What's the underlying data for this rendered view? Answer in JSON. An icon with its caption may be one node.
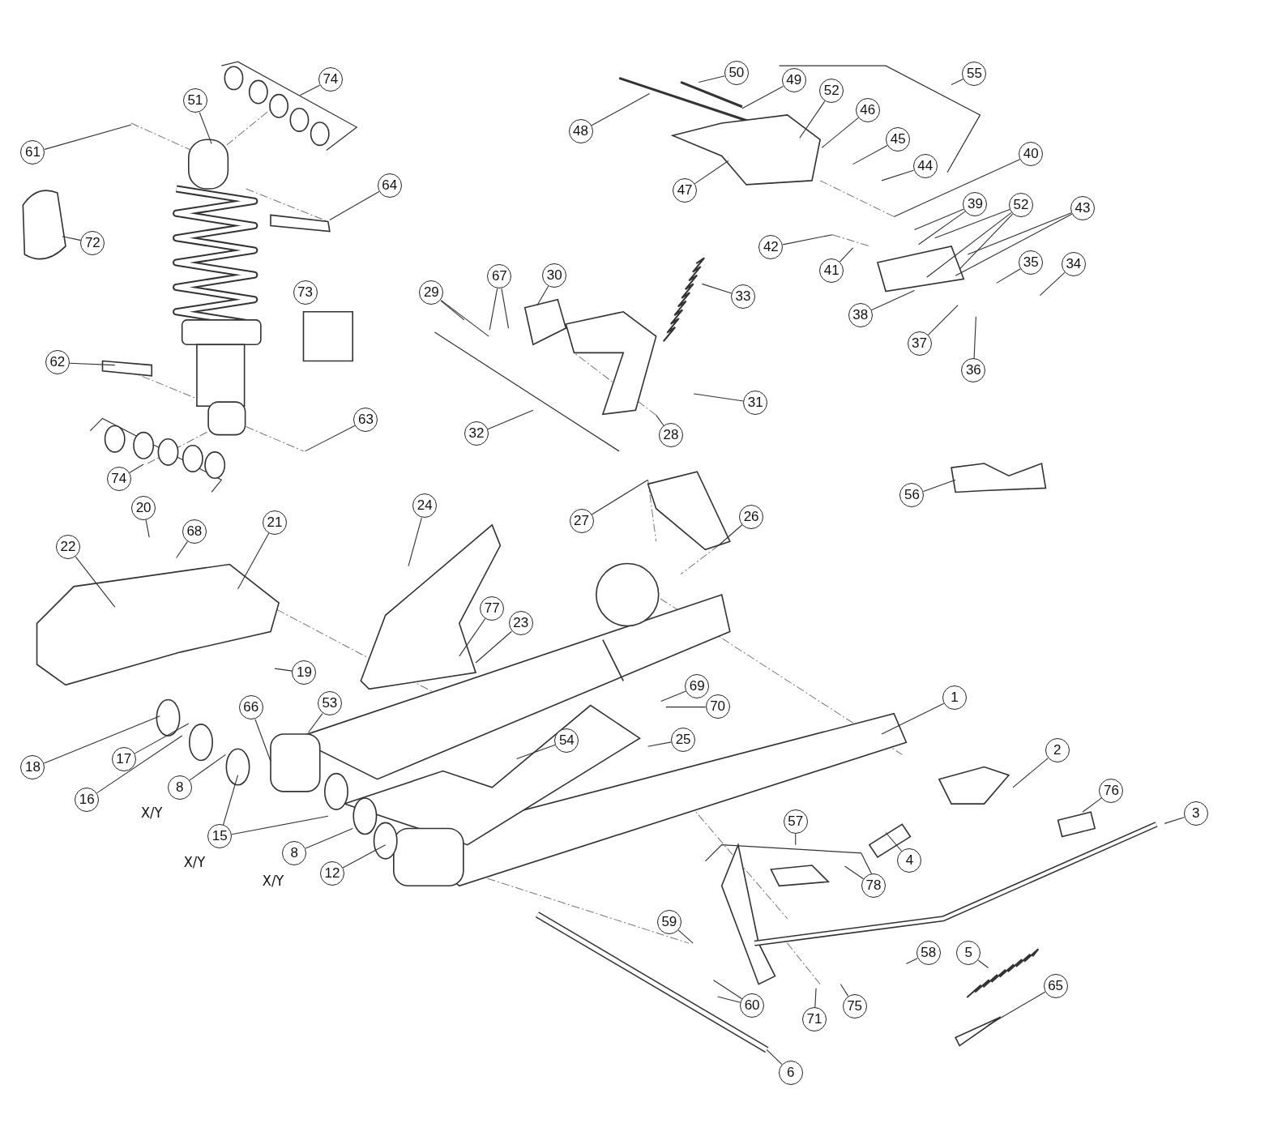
{
  "diagram": {
    "nodes": [
      {
        "text": [
          "74"
        ]
      },
      {
        "text": [
          "50"
        ]
      },
      {
        "text": [
          "55"
        ]
      },
      {
        "text": [
          "49"
        ]
      },
      {
        "text": [
          "52"
        ]
      },
      {
        "text": [
          "51"
        ]
      },
      {
        "text": [
          "46"
        ]
      },
      {
        "text": [
          "48"
        ]
      },
      {
        "text": [
          "45"
        ]
      },
      {
        "text": [
          "61"
        ]
      },
      {
        "text": [
          "40"
        ]
      },
      {
        "text": [
          "44"
        ]
      },
      {
        "text": [
          "64"
        ]
      },
      {
        "text": [
          "47"
        ]
      },
      {
        "text": [
          "39"
        ]
      },
      {
        "text": [
          "52"
        ]
      },
      {
        "text": [
          "43"
        ]
      },
      {
        "text": [
          "72"
        ]
      },
      {
        "text": [
          "42"
        ]
      },
      {
        "text": [
          "35"
        ]
      },
      {
        "text": [
          "34"
        ]
      },
      {
        "text": [
          "41"
        ]
      },
      {
        "text": [
          "30"
        ]
      },
      {
        "text": [
          "67"
        ]
      },
      {
        "text": [
          "29"
        ]
      },
      {
        "text": [
          "33"
        ]
      },
      {
        "text": [
          "38"
        ]
      },
      {
        "text": [
          "37"
        ]
      },
      {
        "text": [
          "62"
        ]
      },
      {
        "text": [
          "36"
        ]
      },
      {
        "text": [
          "31"
        ]
      },
      {
        "text": [
          "63"
        ]
      },
      {
        "text": [
          "32"
        ]
      },
      {
        "text": [
          "28"
        ]
      },
      {
        "text": [
          "74"
        ]
      },
      {
        "text": [
          "56"
        ]
      },
      {
        "text": [
          "24"
        ]
      },
      {
        "text": [
          "20"
        ]
      },
      {
        "text": [
          "26"
        ]
      },
      {
        "text": [
          "27"
        ]
      },
      {
        "text": [
          "21"
        ]
      },
      {
        "text": [
          "68"
        ]
      },
      {
        "text": [
          "22"
        ]
      },
      {
        "text": [
          "77"
        ]
      },
      {
        "text": [
          "23"
        ]
      },
      {
        "text": [
          "19"
        ]
      },
      {
        "text": [
          "69"
        ]
      },
      {
        "text": [
          "1"
        ]
      },
      {
        "text": [
          "53"
        ]
      },
      {
        "text": [
          "70"
        ]
      },
      {
        "text": [
          "66"
        ]
      },
      {
        "text": [
          "25"
        ]
      },
      {
        "text": [
          "54"
        ]
      },
      {
        "text": [
          "2"
        ]
      },
      {
        "text": [
          "17"
        ]
      },
      {
        "text": [
          "18"
        ]
      },
      {
        "text": [
          "8"
        ]
      },
      {
        "text": [
          "76"
        ]
      },
      {
        "text": [
          "16"
        ]
      },
      {
        "text": [
          "3"
        ]
      },
      {
        "text": [
          "57"
        ]
      },
      {
        "text": [
          "15"
        ]
      },
      {
        "text": [
          "8"
        ]
      },
      {
        "text": [
          "4"
        ]
      },
      {
        "text": [
          "12"
        ]
      },
      {
        "text": [
          "78"
        ]
      },
      {
        "text": [
          "59"
        ]
      },
      {
        "text": [
          "58"
        ]
      },
      {
        "text": [
          "5"
        ]
      },
      {
        "text": [
          "65"
        ]
      },
      {
        "text": [
          "60"
        ]
      },
      {
        "text": [
          "75"
        ]
      },
      {
        "text": [
          "71"
        ]
      },
      {
        "text": [
          "6"
        ]
      },
      {
        "text": [
          "73"
        ]
      }
    ],
    "edges": [
      {
        "from": 0,
        "to": null,
        "arrow": "none"
      },
      {
        "from": 1,
        "to": null,
        "arrow": "none"
      },
      {
        "from": 2,
        "to": null,
        "arrow": "none"
      },
      {
        "from": 3,
        "to": null,
        "arrow": "none"
      },
      {
        "from": 4,
        "to": null,
        "arrow": "none"
      },
      {
        "from": 5,
        "to": null,
        "arrow": "none"
      },
      {
        "from": 6,
        "to": null,
        "arrow": "none"
      },
      {
        "from": 7,
        "to": null,
        "arrow": "none"
      },
      {
        "from": 8,
        "to": null,
        "arrow": "none"
      },
      {
        "from": 9,
        "to": null,
        "arrow": "none"
      },
      {
        "from": 10,
        "to": null,
        "arrow": "none"
      },
      {
        "from": 11,
        "to": null,
        "arrow": "none"
      },
      {
        "from": 12,
        "to": null,
        "arrow": "none"
      },
      {
        "from": 13,
        "to": null,
        "arrow": "none"
      },
      {
        "from": 14,
        "to": null,
        "arrow": "none"
      },
      {
        "from": 14,
        "to": null,
        "arrow": "none"
      },
      {
        "from": 15,
        "to": null,
        "arrow": "none"
      },
      {
        "from": 15,
        "to": null,
        "arrow": "none"
      },
      {
        "from": 15,
        "to": null,
        "arrow": "none"
      },
      {
        "from": 16,
        "to": null,
        "arrow": "none"
      },
      {
        "from": 16,
        "to": null,
        "arrow": "none"
      },
      {
        "from": 17,
        "to": null,
        "arrow": "none"
      },
      {
        "from": 18,
        "to": null,
        "arrow": "none"
      },
      {
        "from": 19,
        "to": null,
        "arrow": "none"
      },
      {
        "from": 20,
        "to": null,
        "arrow": "none"
      },
      {
        "from": 21,
        "to": null,
        "arrow": "none"
      },
      {
        "from": 22,
        "to": null,
        "arrow": "none"
      },
      {
        "from": 23,
        "to": null,
        "arrow": "none"
      },
      {
        "from": 23,
        "to": null,
        "arrow": "none"
      },
      {
        "from": 24,
        "to": null,
        "arrow": "none"
      },
      {
        "from": 24,
        "to": null,
        "arrow": "none"
      },
      {
        "from": 25,
        "to": null,
        "arrow": "none"
      },
      {
        "from": 26,
        "to": null,
        "arrow": "none"
      },
      {
        "from": 27,
        "to": null,
        "arrow": "none"
      },
      {
        "from": 28,
        "to": null,
        "arrow": "none"
      },
      {
        "from": 29,
        "to": null,
        "arrow": "none"
      },
      {
        "from": 30,
        "to": null,
        "arrow": "none"
      },
      {
        "from": 31,
        "to": null,
        "arrow": "none"
      },
      {
        "from": 32,
        "to": null,
        "arrow": "none"
      },
      {
        "from": 33,
        "to": null,
        "arrow": "none"
      },
      {
        "from": 34,
        "to": null,
        "arrow": "none"
      },
      {
        "from": 35,
        "to": null,
        "arrow": "none"
      },
      {
        "from": 36,
        "to": null,
        "arrow": "none"
      },
      {
        "from": 37,
        "to": null,
        "arrow": "none"
      },
      {
        "from": 38,
        "to": null,
        "arrow": "none"
      },
      {
        "from": 39,
        "to": null,
        "arrow": "none"
      },
      {
        "from": 40,
        "to": null,
        "arrow": "none"
      },
      {
        "from": 41,
        "to": null,
        "arrow": "none"
      },
      {
        "from": 42,
        "to": null,
        "arrow": "none"
      },
      {
        "from": 43,
        "to": null,
        "arrow": "none"
      },
      {
        "from": 44,
        "to": null,
        "arrow": "none"
      },
      {
        "from": 45,
        "to": null,
        "arrow": "none"
      },
      {
        "from": 46,
        "to": null,
        "arrow": "none"
      },
      {
        "from": 47,
        "to": null,
        "arrow": "none"
      },
      {
        "from": 48,
        "to": null,
        "arrow": "none"
      },
      {
        "from": 49,
        "to": null,
        "arrow": "none"
      },
      {
        "from": 50,
        "to": null,
        "arrow": "none"
      },
      {
        "from": 51,
        "to": null,
        "arrow": "none"
      },
      {
        "from": 52,
        "to": null,
        "arrow": "none"
      },
      {
        "from": 53,
        "to": null,
        "arrow": "none"
      },
      {
        "from": 54,
        "to": null,
        "arrow": "none"
      },
      {
        "from": 55,
        "to": null,
        "arrow": "none"
      },
      {
        "from": 56,
        "to": null,
        "arrow": "none"
      },
      {
        "from": 57,
        "to": null,
        "arrow": "none"
      },
      {
        "from": 58,
        "to": null,
        "arrow": "none"
      },
      {
        "from": 59,
        "to": null,
        "arrow": "none"
      },
      {
        "from": 60,
        "to": null,
        "arrow": "none"
      },
      {
        "from": 61,
        "to": null,
        "arrow": "none"
      },
      {
        "from": 61,
        "to": null,
        "arrow": "none"
      },
      {
        "from": 62,
        "to": null,
        "arrow": "none"
      },
      {
        "from": 63,
        "to": null,
        "arrow": "none"
      },
      {
        "from": 64,
        "to": null,
        "arrow": "none"
      },
      {
        "from": 65,
        "to": null,
        "arrow": "none"
      },
      {
        "from": 66,
        "to": null,
        "arrow": "none"
      },
      {
        "from": 67,
        "to": null,
        "arrow": "none"
      },
      {
        "from": 68,
        "to": null,
        "arrow": "none"
      },
      {
        "from": 69,
        "to": null,
        "arrow": "none"
      },
      {
        "from": 70,
        "to": null,
        "arrow": "none"
      },
      {
        "from": 70,
        "to": null,
        "arrow": "none"
      },
      {
        "from": 71,
        "to": null,
        "arrow": "none"
      },
      {
        "from": 72,
        "to": null,
        "arrow": "none"
      },
      {
        "from": 73,
        "to": null,
        "arrow": "none"
      }
    ],
    "labels": [
      "X/Y",
      "X/Y",
      "X/Y"
    ]
  }
}
